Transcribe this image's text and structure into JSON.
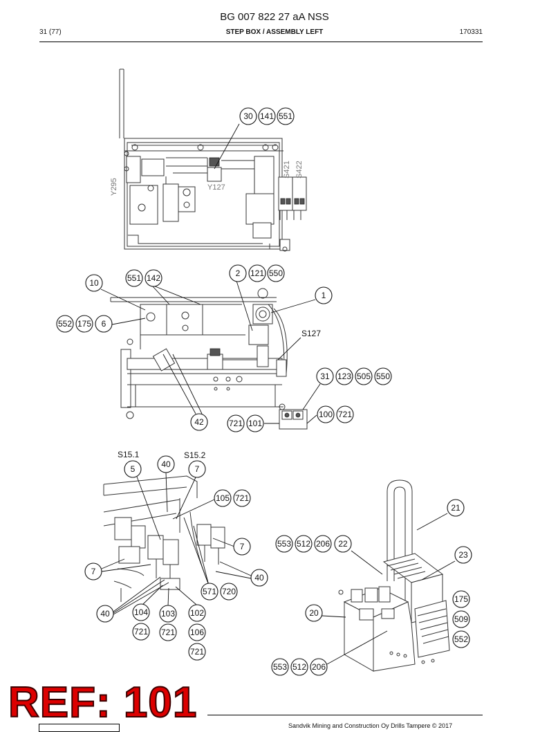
{
  "header": {
    "doc_id": "BG 007 822 27 aA NSS",
    "page": "31 (77)",
    "section": "STEP BOX / ASSEMBLY LEFT",
    "date": "170331"
  },
  "footer": {
    "copyright": "Sandvik Mining and Construction Oy Drills Tampere © 2017"
  },
  "watermark": {
    "text": "REF: 101",
    "color": "#dd0000"
  },
  "view1": {
    "bubbles": [
      "30",
      "141",
      "551"
    ],
    "signals": [
      "Y295",
      "Y127",
      "S421",
      "S422"
    ]
  },
  "view2": {
    "bubbles": [
      "10",
      "551",
      "142",
      "2",
      "121",
      "550",
      "1",
      "552",
      "175",
      "6",
      "31",
      "123",
      "505",
      "550",
      "42",
      "721",
      "101",
      "100",
      "721"
    ],
    "signals": [
      "S127"
    ]
  },
  "view3": {
    "bubbles": [
      "5",
      "40",
      "7",
      "105",
      "721",
      "7",
      "7",
      "40",
      "571",
      "720",
      "40",
      "104",
      "103",
      "102",
      "721",
      "721",
      "106",
      "721"
    ],
    "signals": [
      "S15.1",
      "S15.2"
    ]
  },
  "view4": {
    "bubbles": [
      "21",
      "553",
      "512",
      "206",
      "22",
      "23",
      "175",
      "509",
      "552",
      "20",
      "553",
      "512",
      "206"
    ]
  }
}
